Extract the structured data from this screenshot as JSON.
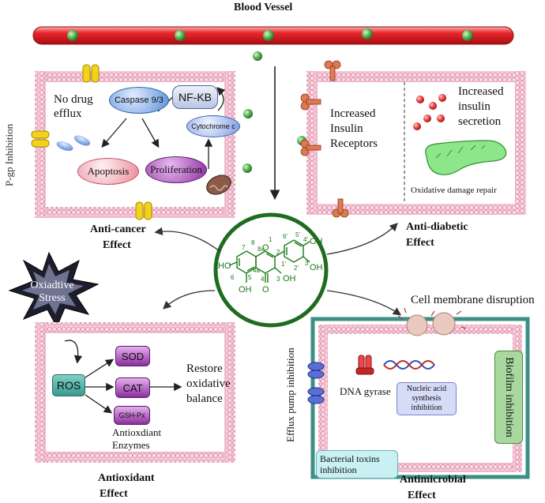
{
  "blood_vessel": {
    "label": "Blood Vessel"
  },
  "center": {
    "atom_labels": [
      "HO",
      "7",
      "8",
      "8a",
      "O",
      "1",
      "2",
      "1'",
      "6'",
      "5'",
      "4'",
      "OH",
      "3'",
      "OH",
      "2'",
      "6",
      "5",
      "4a",
      "4",
      "3",
      "OH",
      "OH",
      "O"
    ]
  },
  "anticancer": {
    "no_drug_efflux": "No drug efflux",
    "pgp_inhibition": "P-gp Inhibition",
    "caspase": "Caspase 9/3",
    "nfkb": "NF-KB",
    "cytochrome": "Cytochrome c",
    "apoptosis": "Apoptosis",
    "proliferation": "Proliferation",
    "label_line1": "Anti-cancer",
    "label_line2": "Effect"
  },
  "antidiabetic": {
    "receptors": "Increased Insulin Receptors",
    "secretion": "Increased insulin secretion",
    "oxidative_repair": "Oxidative damage repair",
    "label_line1": "Anti-diabetic",
    "label_line2": "Effect"
  },
  "antioxidant": {
    "stress": "Oxiadtive Stress",
    "ros": "ROS",
    "sod": "SOD",
    "cat": "CAT",
    "gsh": "GSH-Px",
    "restore": "Restore oxidative balance",
    "enzymes": "Antioxdiant Enzymes",
    "label_line1": "Antioxidant",
    "label_line2": "Effect"
  },
  "antimicrobial": {
    "membrane_disruption": "Cell membrane disruption",
    "efflux_pump": "Efflux pump inhibition",
    "dna_gyrase": "DNA gyrase",
    "nucleic_acid": "Nucleic acid synthesis inhibition",
    "biofilm": "Biofilm inhibition",
    "toxins": "Bacterial toxins inhibition",
    "label_line1": "Antimicrobial",
    "label_line2": "Effect"
  },
  "colors": {
    "vessel": "#e0141a",
    "membrane": "#f2a6bf",
    "particle_green": "#3f9a3a",
    "circle_green": "#1f6b1f",
    "protein_yellow": "#f2d21b",
    "microbe_wall": "#3c8f86"
  }
}
